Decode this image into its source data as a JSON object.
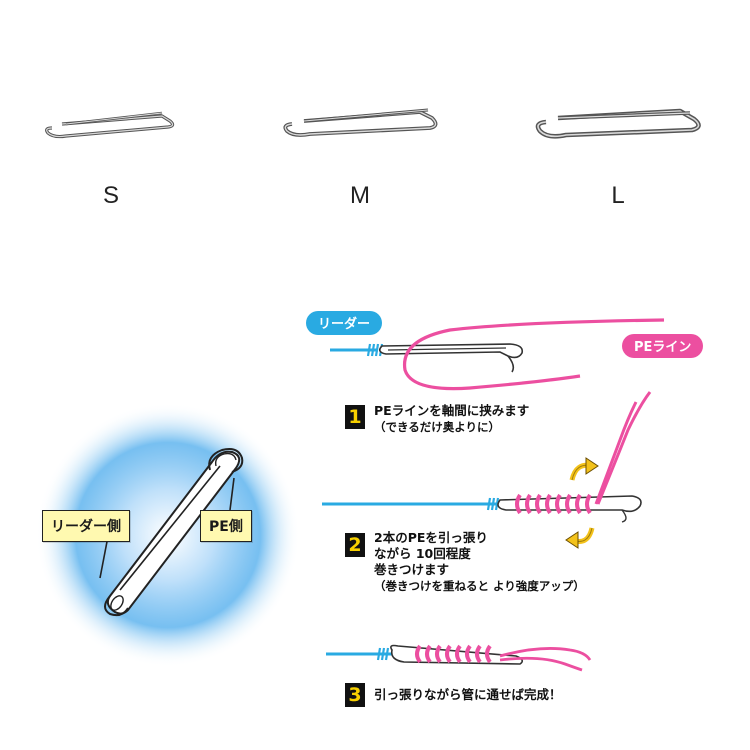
{
  "sizes": [
    {
      "label": "S",
      "icon": "pin-s-icon"
    },
    {
      "label": "M",
      "icon": "pin-m-icon"
    },
    {
      "label": "L",
      "icon": "pin-l-icon"
    }
  ],
  "tags": {
    "leader": "リーダー",
    "pe_line": "PEライン"
  },
  "closeup": {
    "leader_side": "リーダー側",
    "pe_side": "PE側"
  },
  "steps": [
    {
      "number": "1",
      "text": "PEラインを軸間に挟みます",
      "note": "（できるだけ奥よりに）"
    },
    {
      "number": "2",
      "lines": [
        "2本のPEを引っ張り",
        "ながら 10回程度",
        "巻きつけます"
      ],
      "note": "（巻きつけを重ねると より強度アップ）"
    },
    {
      "number": "3",
      "text": "引っ張りながら管に通せば完成！"
    }
  ],
  "colors": {
    "leader": "#29aae2",
    "pe_line": "#ec4fa0",
    "step_number": "#f7d000",
    "callout_bg": "#fff9b0",
    "glow": "#4aa8e8"
  }
}
